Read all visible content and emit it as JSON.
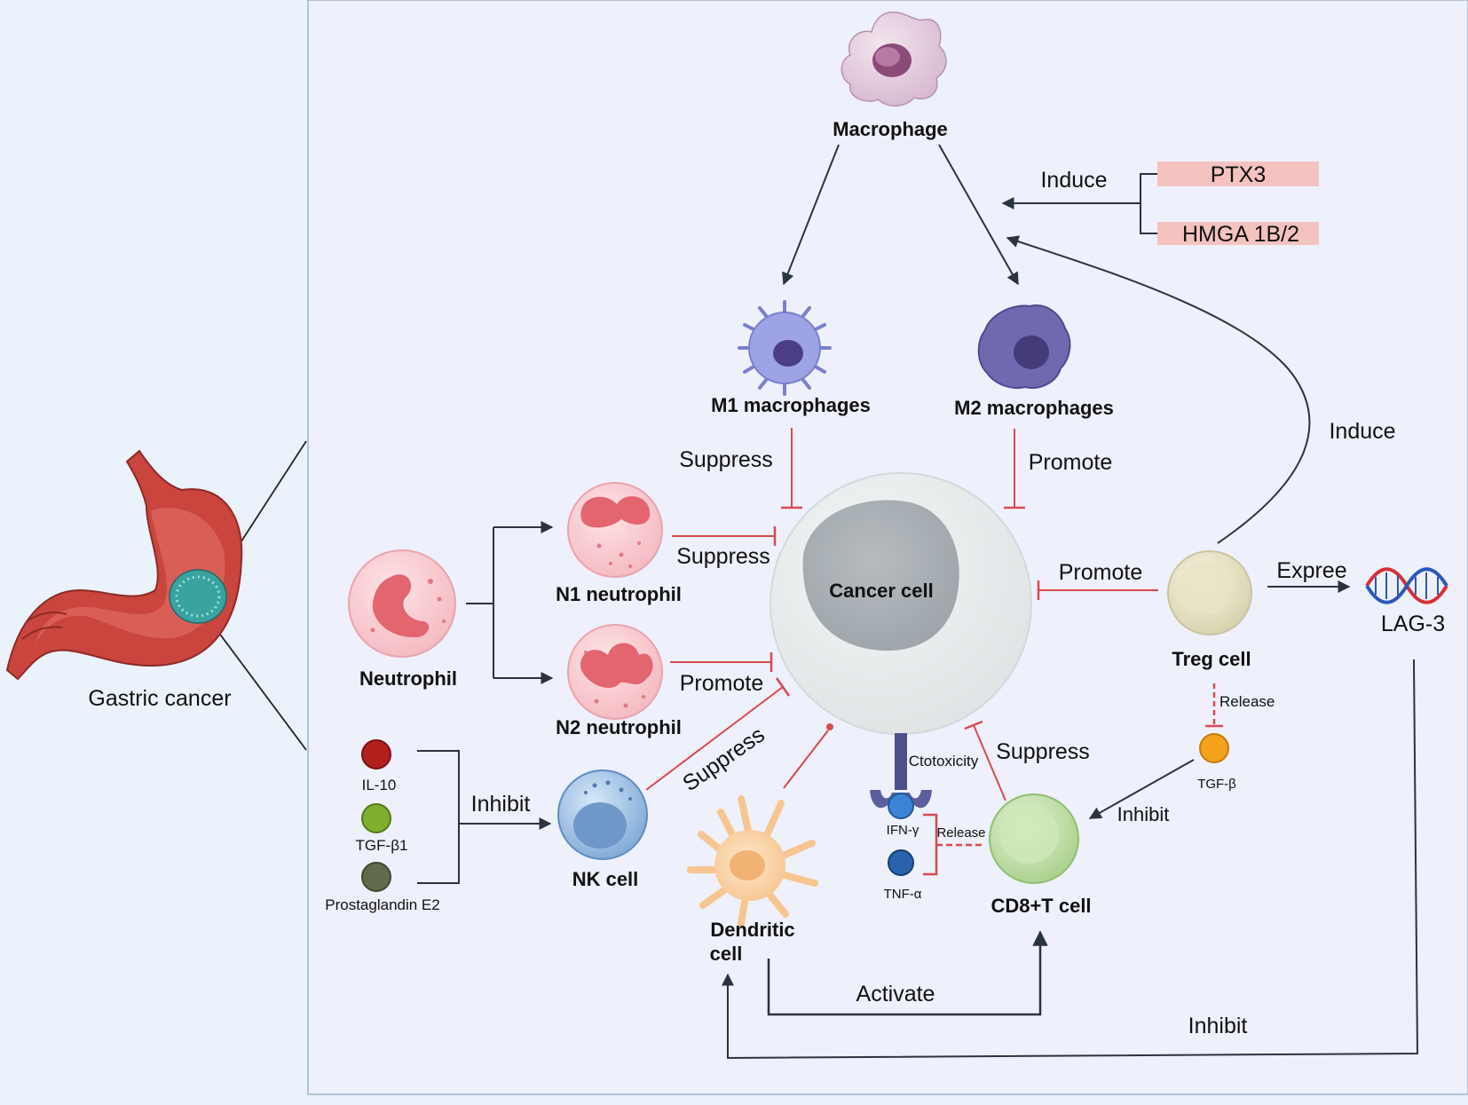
{
  "colors": {
    "left_bg": "#eaf2fb",
    "panel_bg": "#eef0fb",
    "red_line": "#d9494f",
    "dark_line": "#2a3342",
    "pink_box": "#f4c3c0"
  },
  "organ": {
    "label": "Gastric cancer"
  },
  "cells": {
    "macrophage": "Macrophage",
    "m1": "M1 macrophages",
    "m2": "M2 macrophages",
    "neutrophil": "Neutrophil",
    "n1": "N1   neutrophil",
    "n2": "N2   neutrophil",
    "cancer": "Cancer cell",
    "treg": "Treg cell",
    "nk": "NK cell",
    "dendritic_line1": "Dendritic",
    "dendritic_line2": "cell",
    "cd8": "CD8+T cell",
    "lag3": "LAG-3"
  },
  "factors": {
    "ptx3": "PTX3",
    "hmga": "HMGA 1B/2",
    "il10": "IL-10",
    "tgfb1": "TGF-β1",
    "pge2": "Prostaglandin E2",
    "tgfb": "TGF-β",
    "ifng": "IFN-γ",
    "tnfa": "TNF-α"
  },
  "relations": {
    "induce_top": "Induce",
    "induce_right": "Induce",
    "m1_suppress": "Suppress",
    "m2_promote": "Promote",
    "n1_suppress": "Suppress",
    "n2_promote": "Promote",
    "treg_promote": "Promote",
    "expree": "Expree",
    "release_treg": "Release",
    "cd8_suppress": "Suppress",
    "ctotoxicity": "Ctotoxicity",
    "release_cd8": "Release",
    "inhibit_tgfb": "Inhibit",
    "nk_suppress": "Suppress",
    "inhibit_nk": "Inhibit",
    "activate": "Activate",
    "inhibit_bottom": "Inhibit"
  }
}
